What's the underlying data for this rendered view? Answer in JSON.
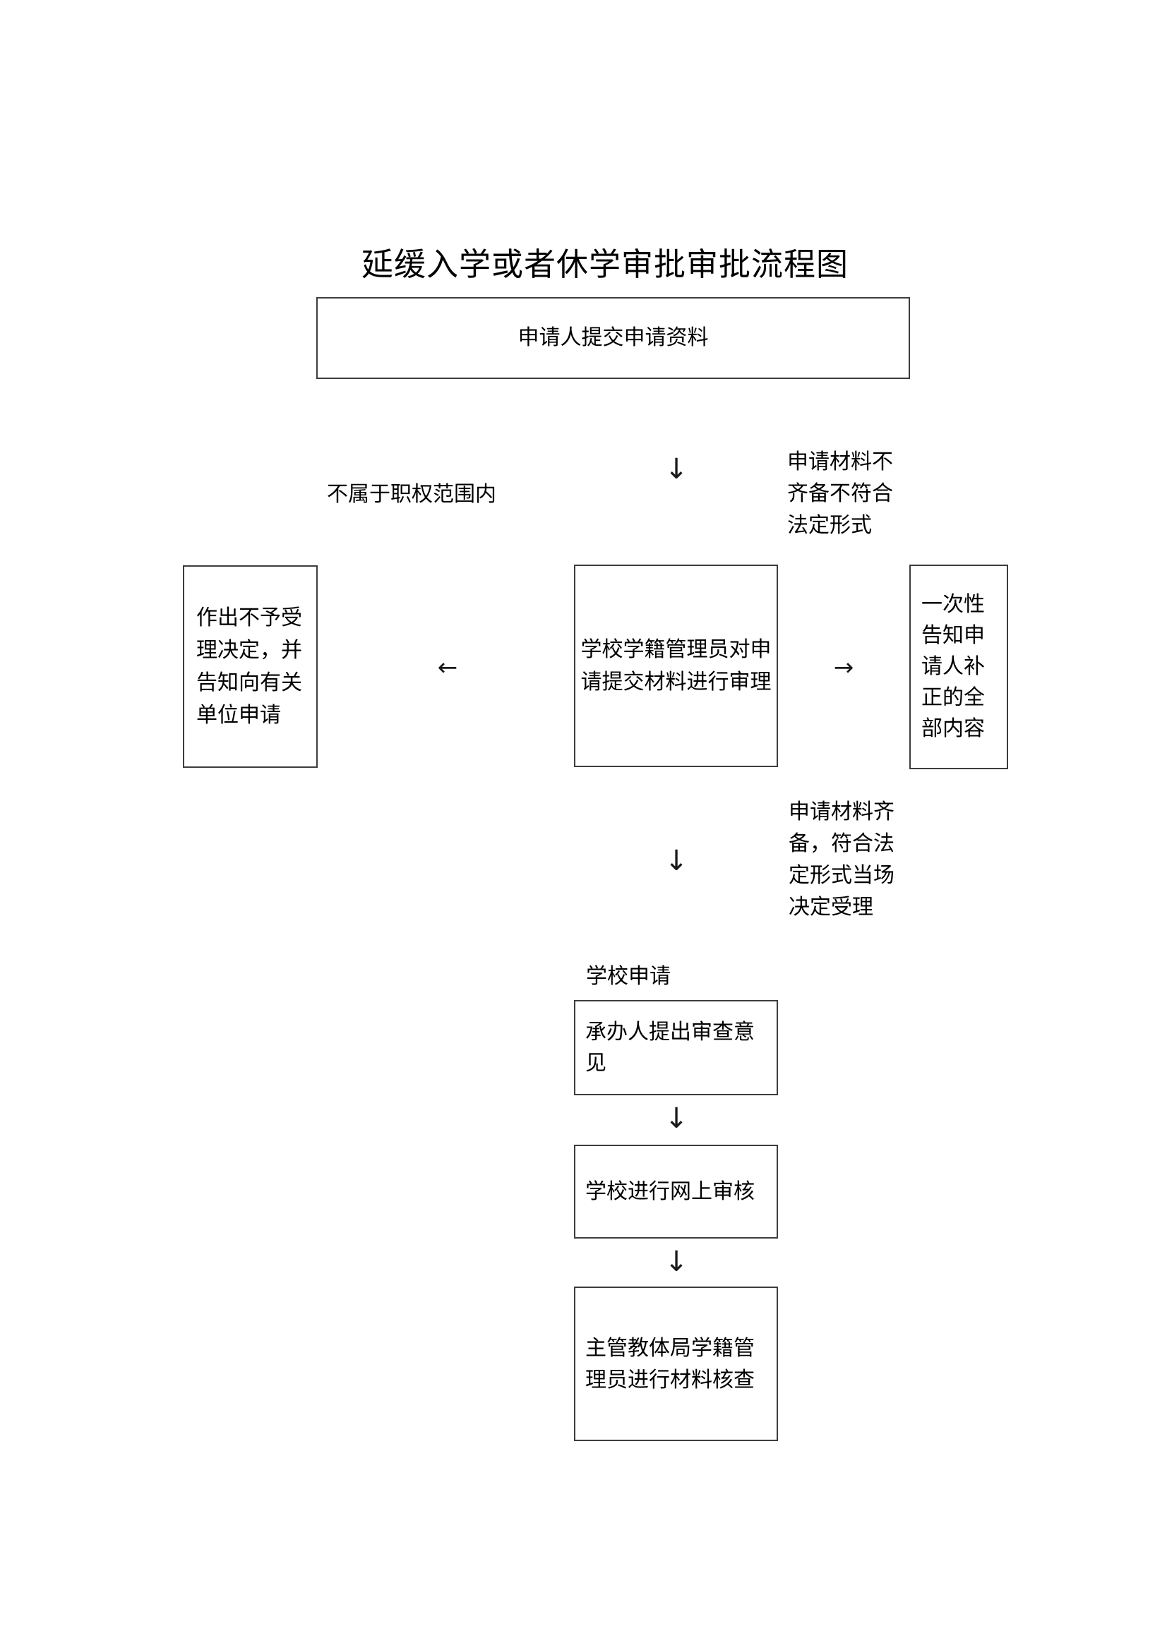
{
  "title": "延缓入学或者休学审批审批流程图",
  "flow": {
    "submit_box": "申请人提交申请资料",
    "reject_box": "作出不予受理决定，并告知向有关单位申请",
    "review_box": "学校学籍管理员对申请提交材料进行审理",
    "notify_box": "一次性告知申请人补正的全部内容",
    "opinion_box": "承办人提出审查意见",
    "online_review_box": "学校进行网上审核",
    "bureau_check_box": "主管教体局学籍管理员进行材料核查",
    "branch_labels": {
      "not_in_authority": "不属于职权范围内",
      "materials_incomplete": "申请材料不齐备不符合法定形式",
      "materials_complete": "申请材料齐备，符合法定形式当场决定受理",
      "school_apply": "学校申请"
    }
  },
  "icons": {
    "arrow_down": "↓",
    "arrow_left": "←",
    "arrow_right": "→"
  },
  "colors": {
    "background": "#ffffff",
    "text": "#000000",
    "border": "#3d3d3d"
  }
}
